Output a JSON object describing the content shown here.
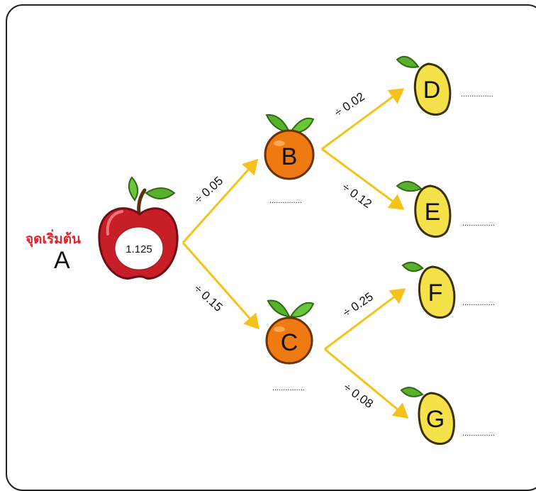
{
  "start_label": "จุดเริ่มต้น",
  "start": {
    "letter": "A",
    "value": "1.125"
  },
  "nodes": {
    "B": {
      "letter": "B",
      "answer": "..............."
    },
    "C": {
      "letter": "C",
      "answer": "..............."
    },
    "D": {
      "letter": "D",
      "answer": "..............."
    },
    "E": {
      "letter": "E",
      "answer": "..............."
    },
    "F": {
      "letter": "F",
      "answer": "..............."
    },
    "G": {
      "letter": "G",
      "answer": "..............."
    }
  },
  "operations": {
    "A_B": "÷ 0.05",
    "A_C": "÷ 0.15",
    "B_D": "÷ 0.02",
    "B_E": "÷ 0.12",
    "C_F": "÷ 0.25",
    "C_G": "÷ 0.08"
  },
  "colors": {
    "arrow": "#f4c21b",
    "apple": "#c81e28",
    "orange": "#f07a12",
    "lemon": "#f5e14a",
    "leaf": "#59b02c",
    "start_label": "#e0232b"
  }
}
